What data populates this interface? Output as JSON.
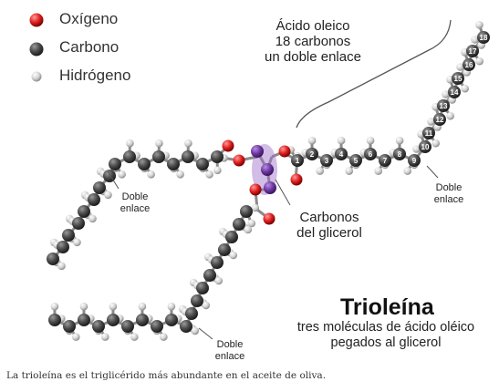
{
  "legend": {
    "oxygen": "Oxígeno",
    "carbon": "Carbono",
    "hydrogen": "Hidrógeno"
  },
  "labels": {
    "oleic_line1": "Ácido oleico",
    "oleic_line2": "18 carbonos",
    "oleic_line3": "un doble enlace",
    "double_bond_a1": "Doble",
    "double_bond_a2": "enlace",
    "double_bond_b1": "Doble",
    "double_bond_b2": "enlace",
    "double_bond_c1": "Doble",
    "double_bond_c2": "enlace",
    "glycerol_line1": "Carbonos",
    "glycerol_line2": "del glicerol",
    "title": "Trioleína",
    "subtitle_line1": "tres moléculas de ácido oléico",
    "subtitle_line2": "pegados al glicerol"
  },
  "carbon_numbers": [
    "1",
    "2",
    "3",
    "4",
    "5",
    "6",
    "7",
    "8",
    "9",
    "10",
    "11",
    "12",
    "13",
    "14",
    "15",
    "16",
    "17",
    "18"
  ],
  "caption": "La trioleína es el triglicérido más abundante en el aceite de oliva.",
  "colors": {
    "oxygen": "#e02020",
    "carbon": "#555555",
    "hydrogen": "#dddddd",
    "glycerol": "#7a3fa8"
  }
}
